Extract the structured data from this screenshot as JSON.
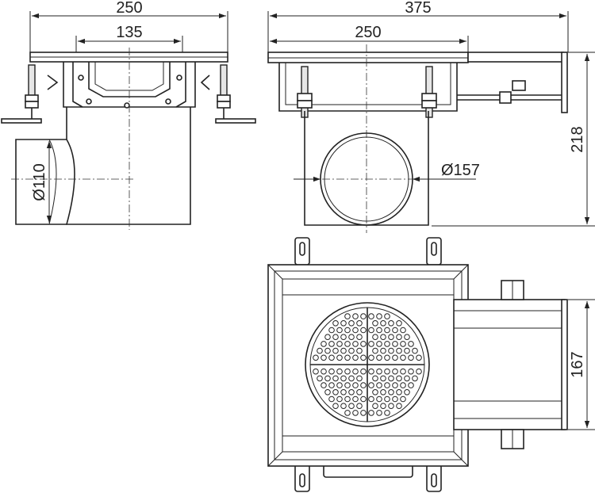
{
  "dimensions": {
    "front_width": "250",
    "front_inner_width": "135",
    "outlet_diameter": "Ø110",
    "side_width": "375",
    "side_inner_width": "250",
    "pipe_diameter": "Ø157",
    "height": "218",
    "flange_height": "167"
  },
  "colors": {
    "line": "#222222",
    "fill": "#ffffff",
    "shade": "#e6e6e6"
  }
}
